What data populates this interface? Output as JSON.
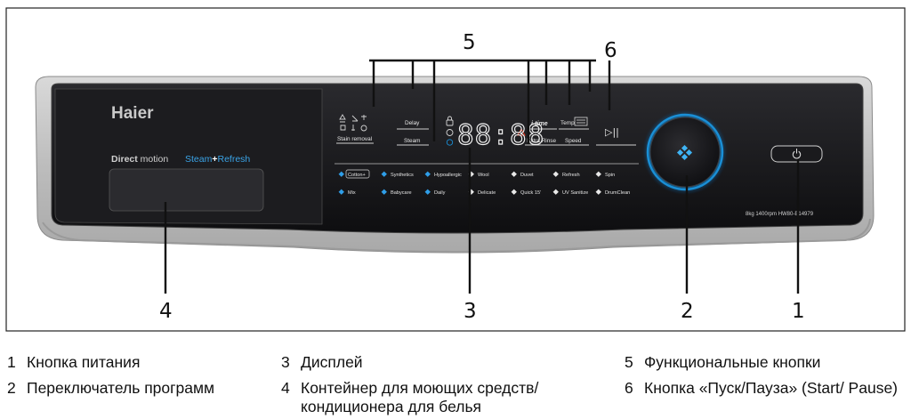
{
  "panel": {
    "brand": "Haier",
    "direct_motion": {
      "bold": "Direct",
      "light": " motion"
    },
    "steam_refresh": {
      "a": "Steam",
      "plus": "+",
      "b": "Refresh"
    },
    "icons": [
      "stain-icon-1",
      "stain-icon-2",
      "stain-icon-3",
      "stain-icon-4",
      "stain-icon-5",
      "stain-icon-6"
    ],
    "buttons": {
      "stain_removal": "Stain removal",
      "delay": "Delay",
      "steam": "Steam",
      "itime": "i-time",
      "extra_rinse": "Extra Rinse",
      "temp": "Temp",
      "speed": "Speed",
      "start_pause": "▷||"
    },
    "display_digits": "88:88",
    "programs_row1": [
      "Cotton+",
      "Synthetics",
      "Hypoallergic",
      "Wool",
      "Duvet",
      "Refresh",
      "Spin"
    ],
    "programs_row2": [
      "Mix",
      "Babycare",
      "Daily",
      "Delicate",
      "Quick 15'",
      "UV Sanitize",
      "DrumClean"
    ],
    "spec_text": "8kg  1400rpm  HW80-B14979",
    "accent_color": "#1a8fd6"
  },
  "callouts": {
    "c1": "1",
    "c2": "2",
    "c3": "3",
    "c4": "4",
    "c5": "5",
    "c6": "6"
  },
  "legend": [
    {
      "num": "1",
      "text": "Кнопка питания"
    },
    {
      "num": "2",
      "text": "Переключатель программ"
    },
    {
      "num": "3",
      "text": "Дисплей"
    },
    {
      "num": "4",
      "text": "Контейнер для моющих средств/кондиционера для белья"
    },
    {
      "num": "5",
      "text": "Функциональные кнопки"
    },
    {
      "num": "6",
      "text": "Кнопка «Пуск/Пауза» (Start/ Pause)"
    }
  ]
}
